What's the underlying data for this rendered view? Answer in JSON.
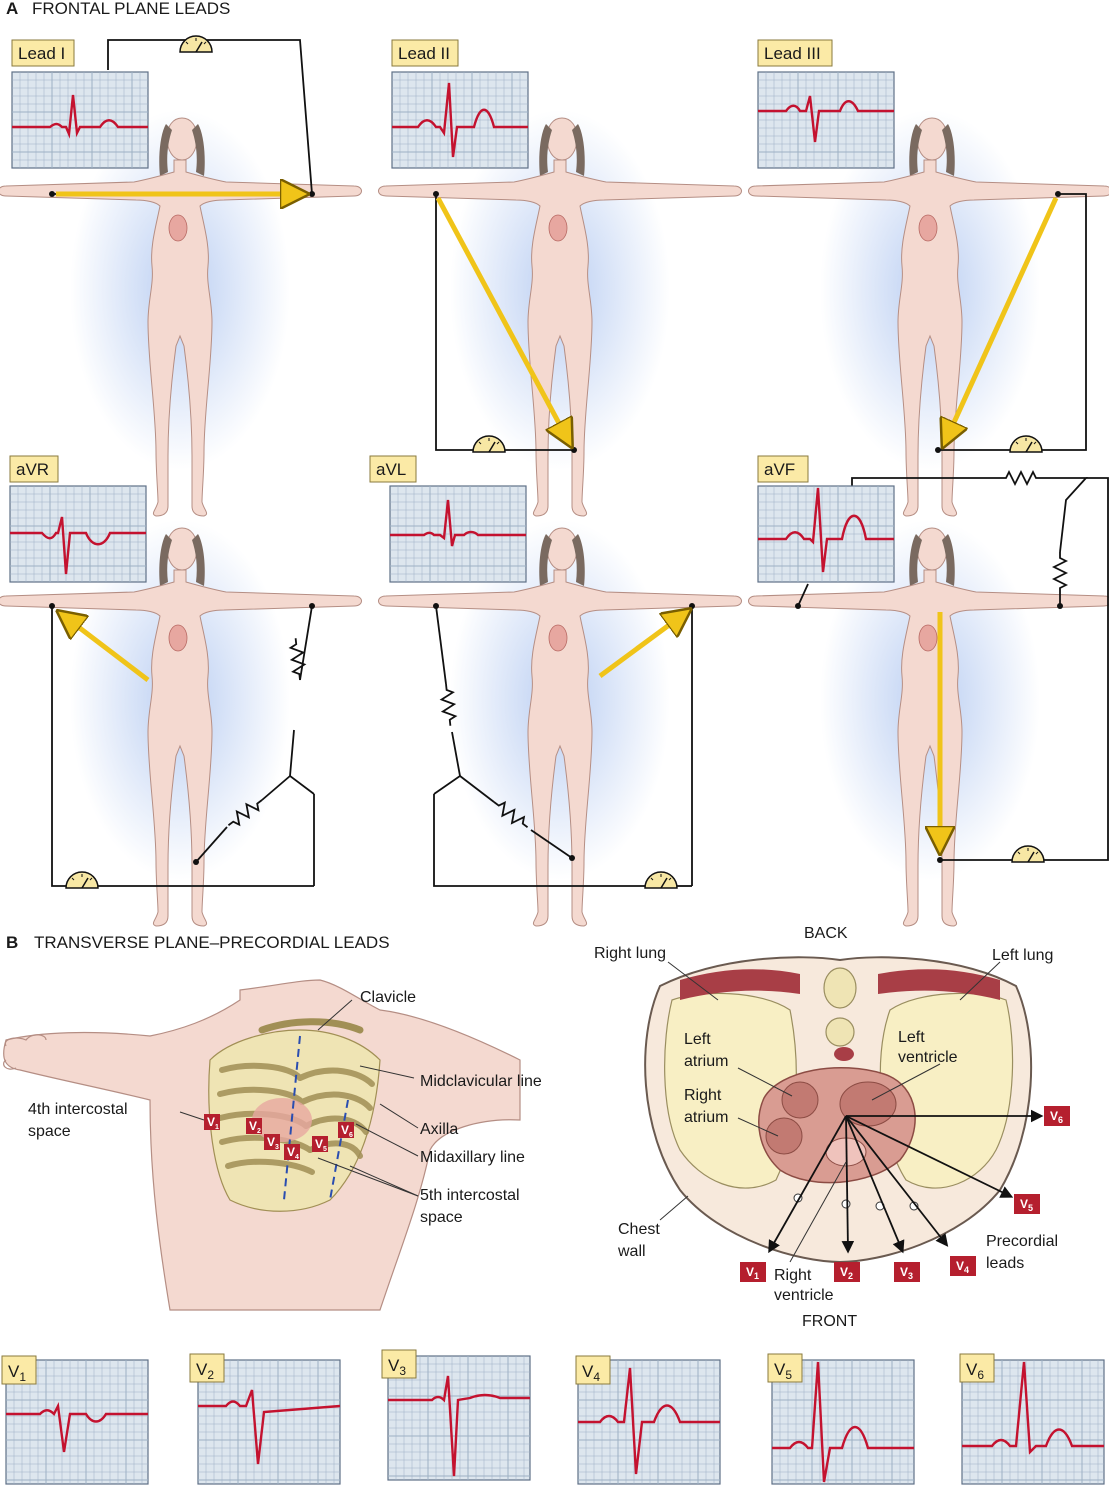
{
  "section_a": {
    "letter": "A",
    "title": "FRONTAL PLANE LEADS"
  },
  "section_b": {
    "letter": "B",
    "title": "TRANSVERSE PLANE–PRECORDIAL LEADS"
  },
  "frontal_leads": [
    {
      "label": "Lead I"
    },
    {
      "label": "Lead II"
    },
    {
      "label": "Lead III"
    },
    {
      "label": "aVR"
    },
    {
      "label": "aVL"
    },
    {
      "label": "aVF"
    }
  ],
  "chest_labels": {
    "clavicle": "Clavicle",
    "midclavicular": "Midclavicular line",
    "fourth_ic_1": "4th intercostal",
    "fourth_ic_2": "space",
    "axilla": "Axilla",
    "midaxillary": "Midaxillary line",
    "fifth_ic_1": "5th intercostal",
    "fifth_ic_2": "space"
  },
  "cross_section_labels": {
    "back": "BACK",
    "front": "FRONT",
    "right_lung": "Right lung",
    "left_lung": "Left lung",
    "left_atrium_1": "Left",
    "left_atrium_2": "atrium",
    "left_ventricle_1": "Left",
    "left_ventricle_2": "ventricle",
    "right_atrium_1": "Right",
    "right_atrium_2": "atrium",
    "right_ventricle_1": "Right",
    "right_ventricle_2": "ventricle",
    "chest_wall_1": "Chest",
    "chest_wall_2": "wall",
    "precordial_1": "Precordial",
    "precordial_2": "leads"
  },
  "precordial_leads": [
    {
      "letter": "V",
      "sub": "1"
    },
    {
      "letter": "V",
      "sub": "2"
    },
    {
      "letter": "V",
      "sub": "3"
    },
    {
      "letter": "V",
      "sub": "4"
    },
    {
      "letter": "V",
      "sub": "5"
    },
    {
      "letter": "V",
      "sub": "6"
    }
  ],
  "colors": {
    "tag_bg": "#fbeaa6",
    "grid_bg": "#dde6ee",
    "grid_line": "#9db0c4",
    "trace": "#c4122f",
    "arrow": "#f0c419",
    "skin": "#f4d9d0",
    "v_tag": "#b51f2e",
    "lung": "#f8efc4",
    "heart": "#d99c92"
  }
}
